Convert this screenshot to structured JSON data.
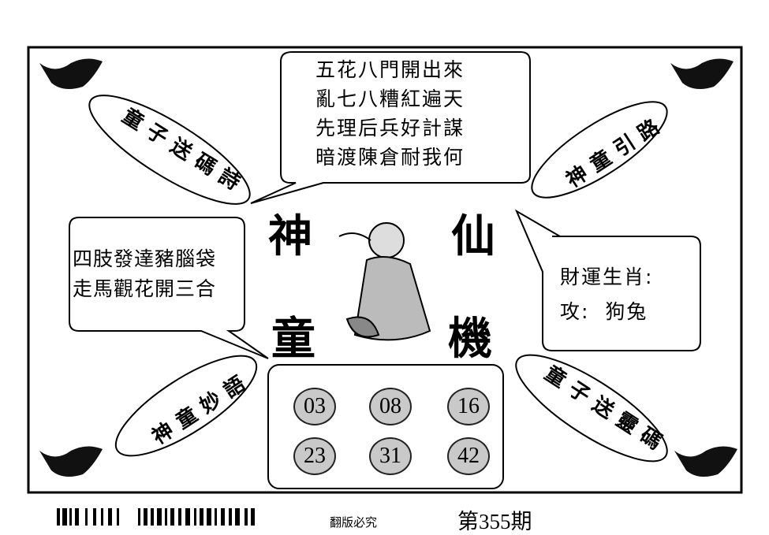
{
  "poem": {
    "lines": [
      "五花八門開出來",
      "亂七八糟紅遍天",
      "先理后兵好計謀",
      "暗渡陳倉耐我何"
    ]
  },
  "left_bubble": {
    "lines": [
      "四肢發達豬腦袋",
      "走馬觀花開三合"
    ]
  },
  "right_bubble": {
    "title": "財運生肖:",
    "line": "攻:  狗兔"
  },
  "title_chars": [
    "神",
    "仙",
    "童",
    "機"
  ],
  "ellipses": {
    "top_left": "童子送碼詩",
    "top_right": "神童引路",
    "bottom_left": "神童妙語",
    "bottom_right": "童子送靈碼"
  },
  "numbers": [
    "03",
    "08",
    "16",
    "23",
    "31",
    "42"
  ],
  "footer": {
    "notice": "翻版必究",
    "issue": "第355期"
  },
  "colors": {
    "ball": "#c9c9c9",
    "ink": "#000000"
  }
}
